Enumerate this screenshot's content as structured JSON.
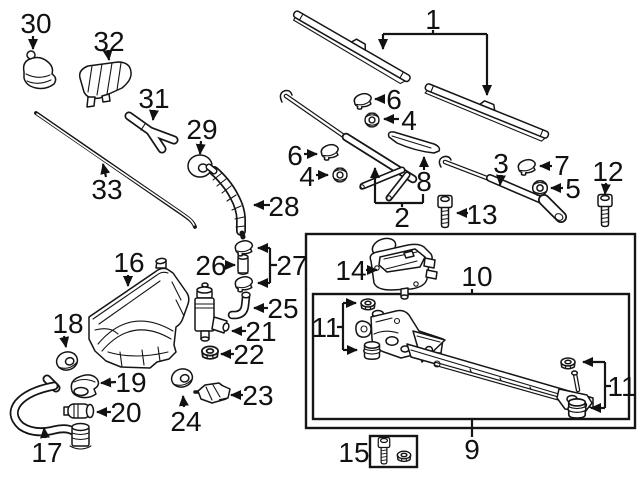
{
  "diagram": {
    "type": "exploded-parts-diagram",
    "subject": "windshield-wiper-and-washer-components",
    "colors": {
      "background": "#ffffff",
      "line": "#151515",
      "label": "#111111"
    },
    "callouts": {
      "c1": "1",
      "c2": "2",
      "c3": "3",
      "c4a": "4",
      "c4b": "4",
      "c5": "5",
      "c6a": "6",
      "c6b": "6",
      "c7": "7",
      "c8": "8",
      "c9": "9",
      "c10": "10",
      "c11a": "11",
      "c11b": "11",
      "c12": "12",
      "c13": "13",
      "c14": "14",
      "c15": "15",
      "c16": "16",
      "c17": "17",
      "c18": "18",
      "c19": "19",
      "c20": "20",
      "c21": "21",
      "c22": "22",
      "c23": "23",
      "c24": "24",
      "c25": "25",
      "c26": "26",
      "c27": "27",
      "c28": "28",
      "c29": "29",
      "c30": "30",
      "c31": "31",
      "c32": "32",
      "c33": "33"
    }
  }
}
